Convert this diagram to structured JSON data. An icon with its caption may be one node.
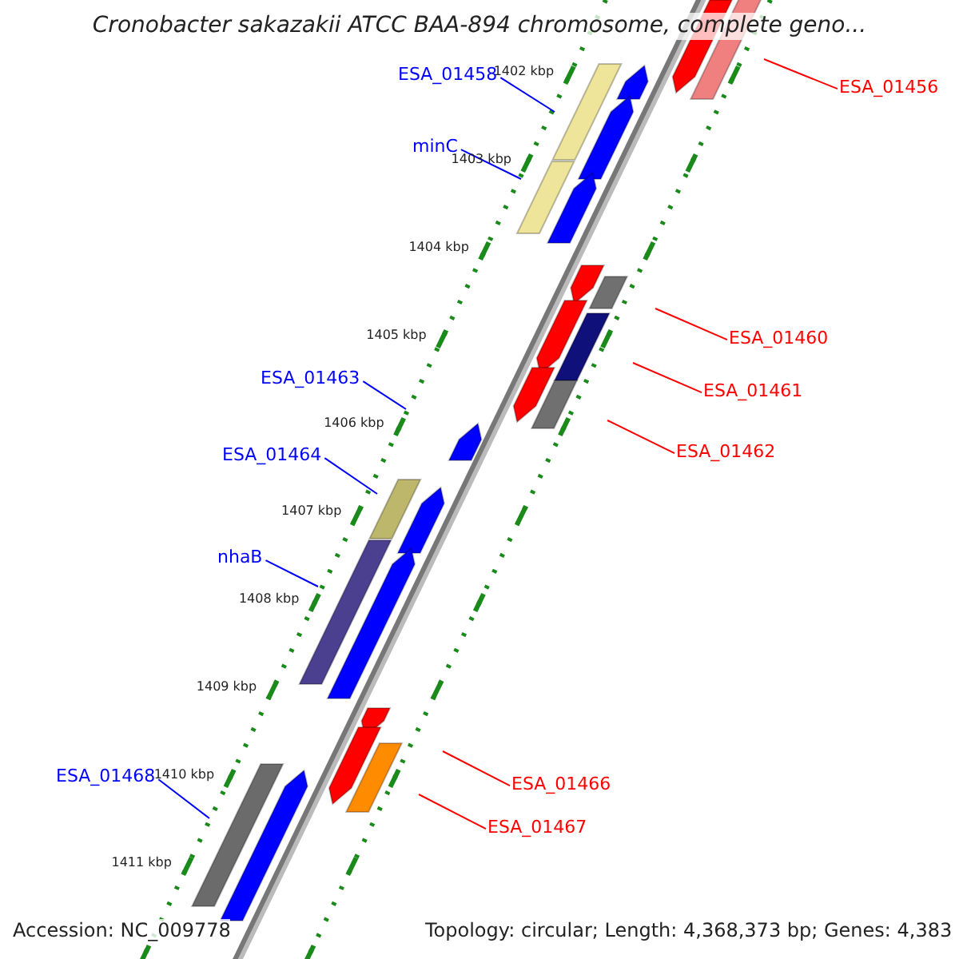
{
  "diagram": {
    "title": "Cronobacter sakazakii ATCC BAA-894 chromosome, complete geno...",
    "nodes": [
      {
        "text": [
          "ESA_01458"
        ]
      },
      {
        "text": [
          "ESA_01456"
        ]
      },
      {
        "text": [
          "minC"
        ]
      },
      {
        "text": [
          "ESA_01460"
        ]
      },
      {
        "text": [
          "ESA_01463"
        ]
      },
      {
        "text": [
          "ESA_01461"
        ]
      },
      {
        "text": [
          "ESA_01462"
        ]
      },
      {
        "text": [
          "ESA_01464"
        ]
      },
      {
        "text": [
          "nhaB"
        ]
      },
      {
        "text": [
          "ESA_01468"
        ]
      },
      {
        "text": [
          "ESA_01466"
        ]
      },
      {
        "text": [
          "ESA_01467"
        ]
      }
    ],
    "edges": [
      {
        "from": 0,
        "to": null,
        "arrow": "none"
      },
      {
        "from": 1,
        "to": null,
        "arrow": "none",
        "color": "#ff0000"
      },
      {
        "from": 2,
        "to": null,
        "arrow": "none"
      },
      {
        "from": 3,
        "to": null,
        "arrow": "none",
        "color": "#ff0000"
      },
      {
        "from": 4,
        "to": null,
        "arrow": "none"
      },
      {
        "from": 5,
        "to": null,
        "arrow": "none",
        "color": "#ff0000"
      },
      {
        "from": 6,
        "to": null,
        "arrow": "none",
        "color": "#ff0000"
      },
      {
        "from": 7,
        "to": null,
        "arrow": "none"
      },
      {
        "from": 8,
        "to": null,
        "arrow": "none"
      },
      {
        "from": 9,
        "to": null,
        "arrow": "none"
      },
      {
        "from": 10,
        "to": null,
        "arrow": "none",
        "color": "#ff0000"
      },
      {
        "from": 11,
        "to": null,
        "arrow": "none",
        "color": "#ff0000"
      }
    ],
    "labels": [
      "1402 kbp",
      "1403 kbp",
      "1404 kbp",
      "1405 kbp",
      "1406 kbp",
      "1407 kbp",
      "1408 kbp",
      "1409 kbp",
      "1410 kbp",
      "1411 kbp",
      "Accession: NC_009778",
      "Topology: circular; Length: 4,368,373 bp; Genes: 4,383"
    ]
  }
}
